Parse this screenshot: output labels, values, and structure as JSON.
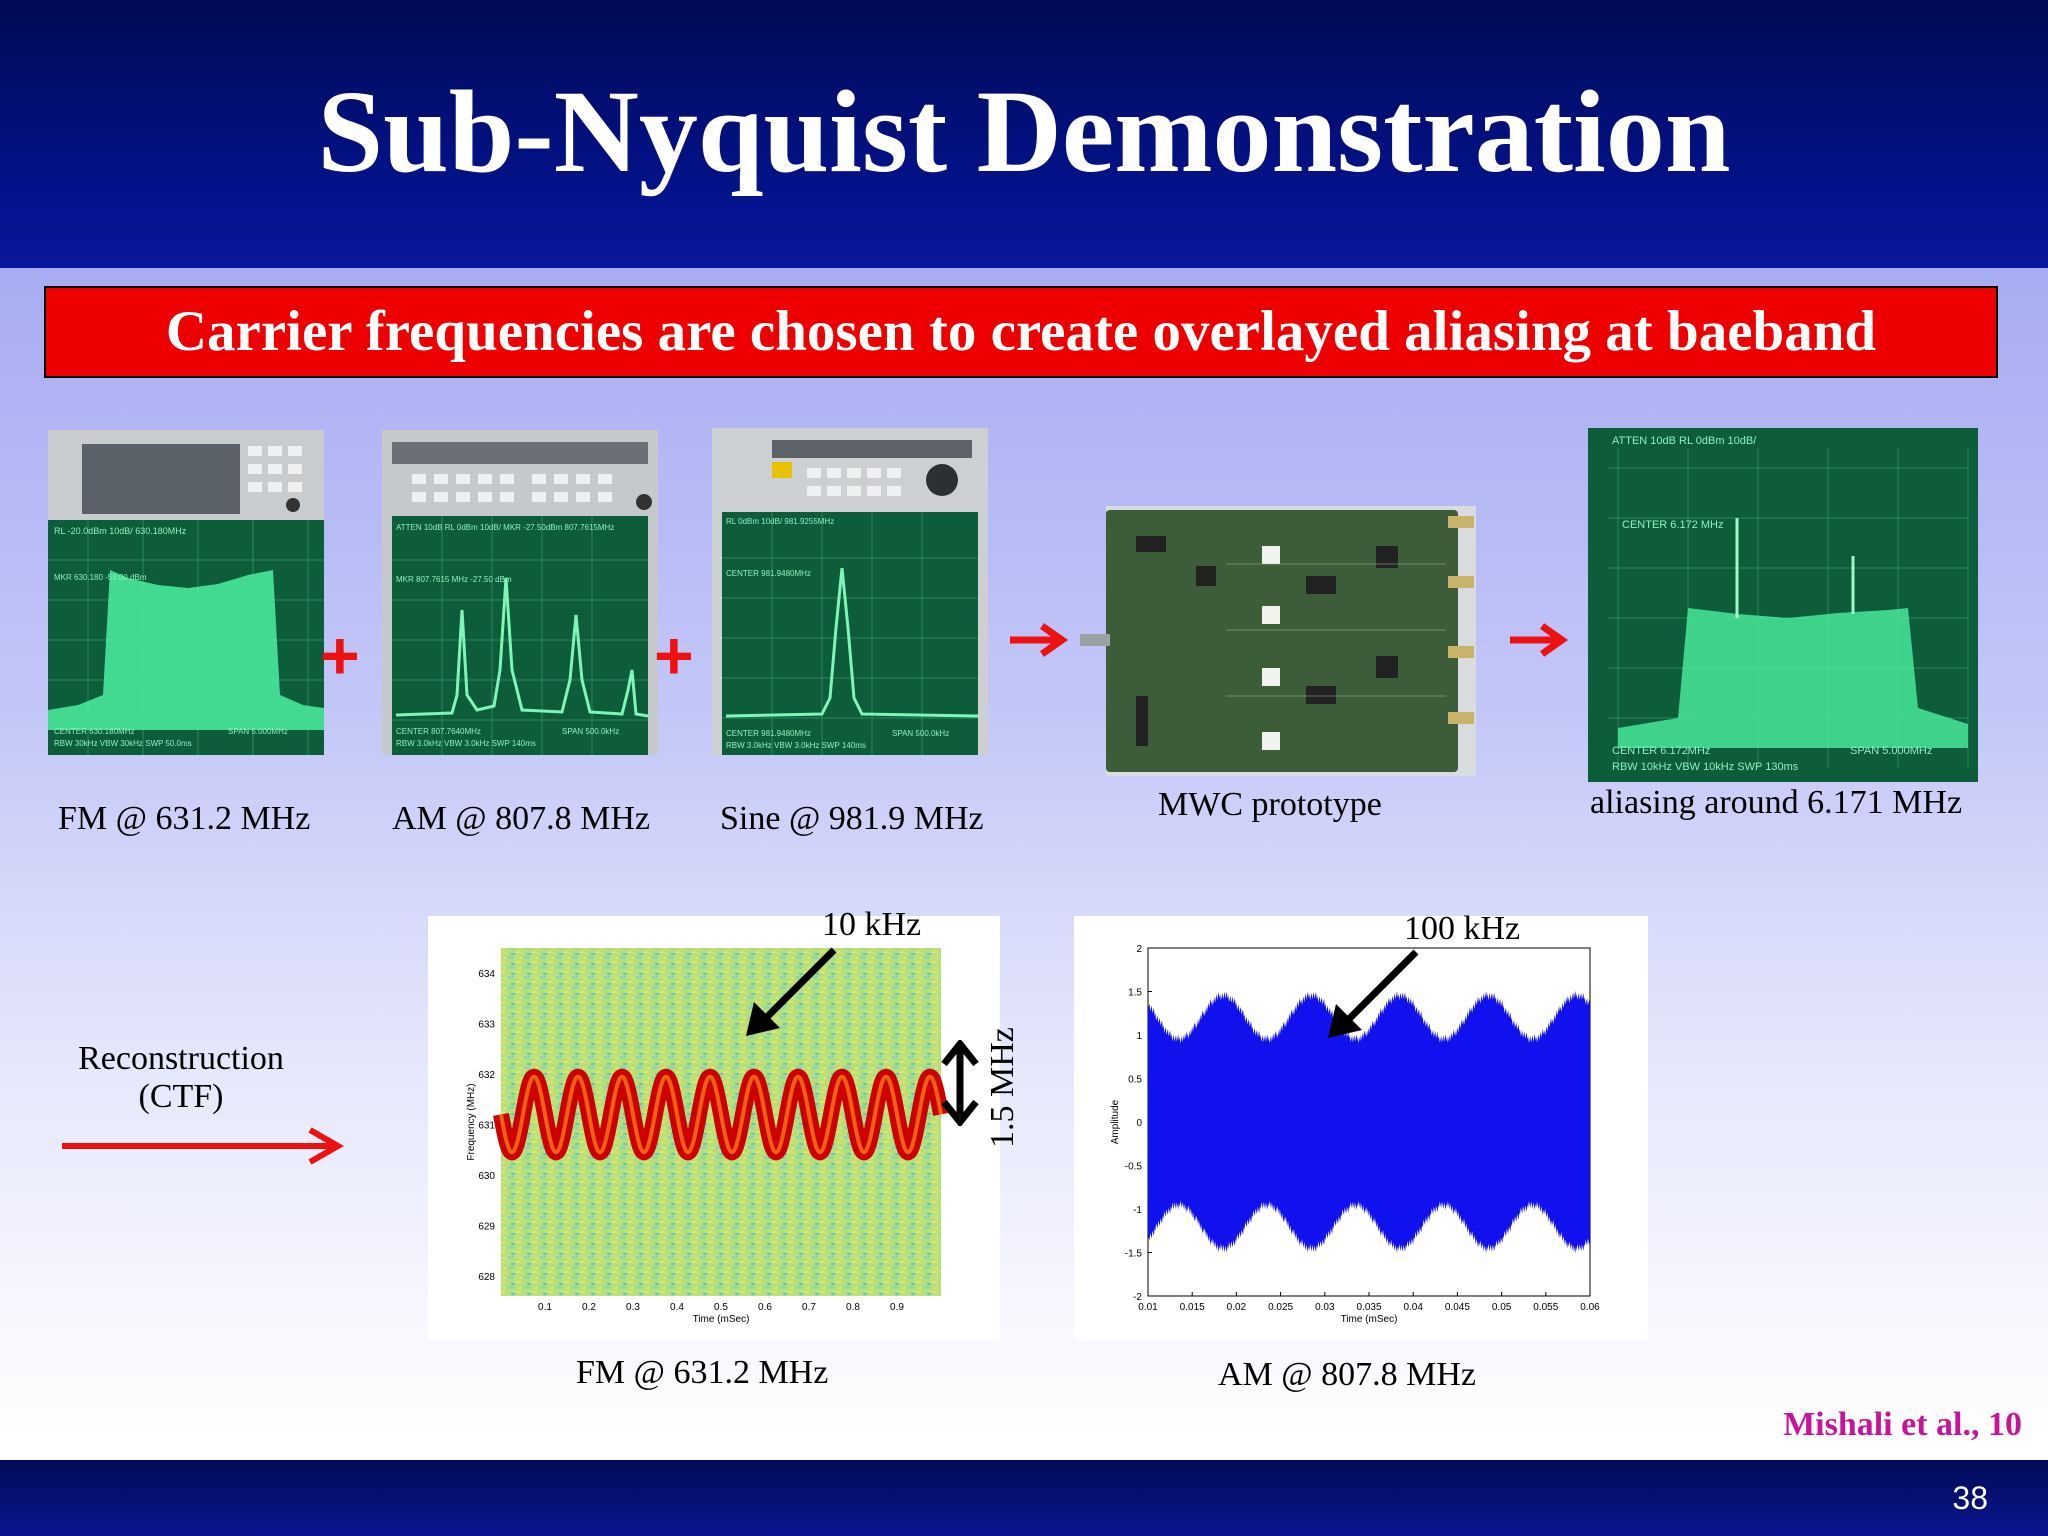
{
  "slide": {
    "title": "Sub-Nyquist Demonstration",
    "banner": "Carrier frequencies are chosen to create overlayed aliasing at baeband",
    "citation": "Mishali et al., 10",
    "page_number": "38"
  },
  "inputs": [
    {
      "label": "FM @ 631.2 MHz"
    },
    {
      "label": "AM @ 807.8 MHz"
    },
    {
      "label": "Sine @ 981.9 MHz"
    }
  ],
  "screens": {
    "fm": {
      "top": "RL -20.0dBm 10dB/ 630.180MHz",
      "mkr": "MKR 630.180 -53.00 dBm",
      "bottom1": "CENTER 630.180MHz",
      "bottom2": "SPAN 5.000MHz",
      "bottom3": "RBW 30kHz VBW 30kHz SWP 50.0ms"
    },
    "am": {
      "top": "ATTEN 10dB RL 0dBm 10dB/ MKR -27.50dBm 807.7615MHz",
      "mkr": "MKR 807.7615 MHz -27.50 dBm",
      "bottom1": "CENTER 807.7640MHz",
      "bottom2": "SPAN 500.0kHz",
      "bottom3": "RBW 3.0kHz VBW 3.0kHz SWP 140ms"
    },
    "sine": {
      "top": "RL 0dBm 10dB/ 981.9255MHz",
      "mkr": "CENTER 981.9480MHz",
      "bottom1": "CENTER 981.9480MHz",
      "bottom2": "SPAN 500.0kHz",
      "bottom3": "RBW 3.0kHz VBW 3.0kHz SWP 140ms"
    },
    "alias": {
      "top": "ATTEN 10dB RL 0dBm 10dB/",
      "mkr": "CENTER 6.172 MHz",
      "bottom1": "CENTER 6.172MHz",
      "bottom2": "SPAN 5.000MHz",
      "bottom3": "RBW 10kHz VBW 10kHz SWP 130ms"
    }
  },
  "prototype": {
    "label": "MWC prototype"
  },
  "output": {
    "label": "aliasing around 6.171 MHz"
  },
  "reconstruction": {
    "label_line1": "Reconstruction",
    "label_line2": "(CTF)"
  },
  "charts": {
    "fm": {
      "annotation": "10 kHz",
      "span_annotation": "1.5 MHz",
      "caption": "FM @ 631.2 MHz"
    },
    "am": {
      "annotation": "100 kHz",
      "caption": "AM @ 807.8 MHz"
    }
  },
  "colors": {
    "arrow": "#ee1111",
    "screen": "#0d5c3a",
    "trace": "#4cf0a0",
    "am_trace": "#1111ee",
    "fm_trace": "#cc0000"
  },
  "chart_data": [
    {
      "type": "heatmap",
      "title": "",
      "xlabel": "Time (mSec)",
      "ylabel": "Frequency (MHz)",
      "xlim": [
        0,
        1.0
      ],
      "ylim": [
        627.6,
        634.5
      ],
      "x_ticks": [
        "0.1",
        "0.2",
        "0.3",
        "0.4",
        "0.5",
        "0.6",
        "0.7",
        "0.8",
        "0.9"
      ],
      "y_ticks": [
        "628",
        "629",
        "630",
        "631",
        "632",
        "633",
        "634"
      ],
      "series": [
        {
          "center_mhz": 631.2,
          "deviation_mhz": 0.75,
          "cycles": 10,
          "modulation_khz": 10
        }
      ]
    },
    {
      "type": "line",
      "title": "",
      "xlabel": "Time (mSec)",
      "ylabel": "Amplitude",
      "xlim": [
        0.01,
        0.06
      ],
      "ylim": [
        -2,
        2
      ],
      "x_ticks": [
        "0.01",
        "0.015",
        "0.02",
        "0.025",
        "0.03",
        "0.035",
        "0.04",
        "0.045",
        "0.05",
        "0.055",
        "0.06"
      ],
      "y_ticks": [
        "-2",
        "-1.5",
        "-1",
        "-0.5",
        "0",
        "0.5",
        "1",
        "1.5",
        "2"
      ],
      "series": [
        {
          "envelope_peaks_time_ms": [
            0.0185,
            0.0285,
            0.0385,
            0.0485,
            0.0585
          ],
          "envelope_max": 1.4,
          "envelope_min": 0.9,
          "modulation_khz": 100
        }
      ]
    }
  ]
}
